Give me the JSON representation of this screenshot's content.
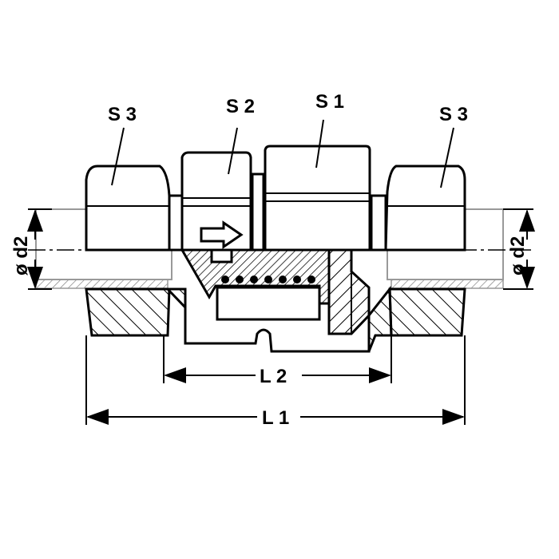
{
  "labels": {
    "s3_left": "S 3",
    "s2": "S 2",
    "s1": "S 1",
    "s3_right": "S 3",
    "d2_left": "ø d2",
    "d2_right": "ø d2",
    "l2": "L 2",
    "l1": "L 1"
  }
}
